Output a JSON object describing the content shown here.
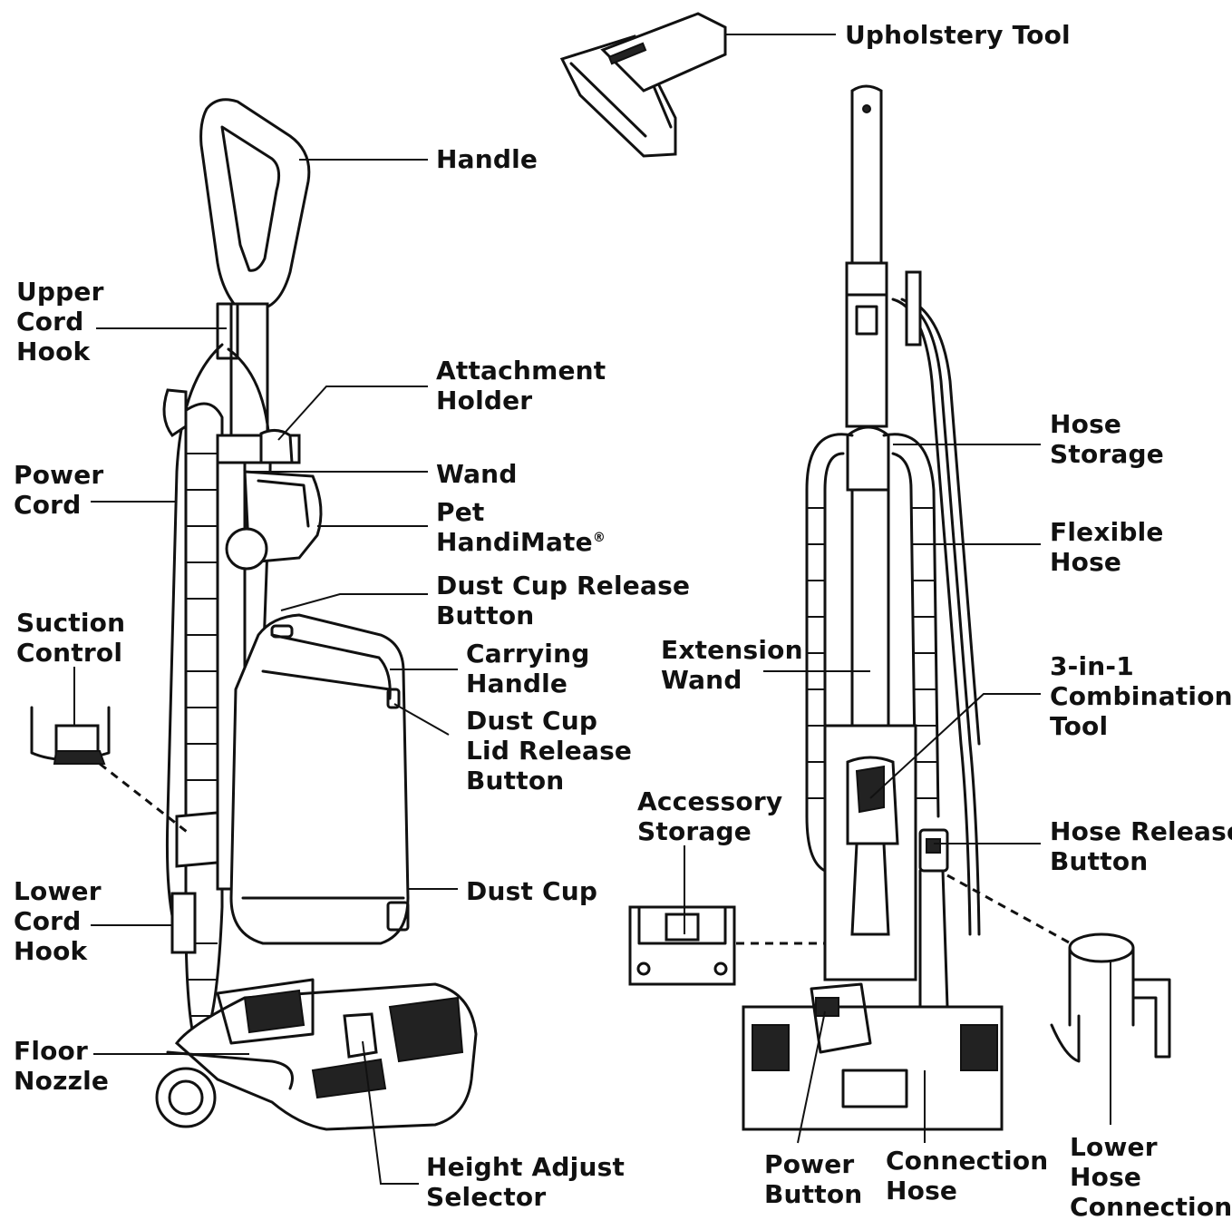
{
  "labels": {
    "upholstery_tool": [
      "Upholstery Tool"
    ],
    "handle": [
      "Handle"
    ],
    "upper_cord_hook": [
      "Upper",
      "Cord",
      "Hook"
    ],
    "attachment_holder": [
      "Attachment",
      "Holder"
    ],
    "power_cord": [
      "Power",
      "Cord"
    ],
    "wand": [
      "Wand"
    ],
    "pet_handimate": [
      "Pet",
      "HandiMate"
    ],
    "pet_handimate_mark": "®",
    "dust_cup_release_button": [
      "Dust Cup Release",
      "Button"
    ],
    "suction_control": [
      "Suction",
      "Control"
    ],
    "carrying_handle": [
      "Carrying",
      "Handle"
    ],
    "dust_cup_lid_release_button": [
      "Dust Cup",
      "Lid Release",
      "Button"
    ],
    "dust_cup": [
      "Dust Cup"
    ],
    "lower_cord_hook": [
      "Lower",
      "Cord",
      "Hook"
    ],
    "floor_nozzle": [
      "Floor",
      "Nozzle"
    ],
    "height_adjust_selector": [
      "Height Adjust",
      "Selector"
    ],
    "hose_storage": [
      "Hose",
      "Storage"
    ],
    "flexible_hose": [
      "Flexible",
      "Hose"
    ],
    "extension_wand": [
      "Extension",
      "Wand"
    ],
    "combination_tool": [
      "3-in-1",
      "Combination",
      "Tool"
    ],
    "accessory_storage": [
      "Accessory",
      "Storage"
    ],
    "hose_release_button": [
      "Hose Release",
      "Button"
    ],
    "power_button": [
      "Power",
      "Button"
    ],
    "connection_hose": [
      "Connection",
      "Hose"
    ],
    "lower_hose_connection": [
      "Lower",
      "Hose",
      "Connection"
    ]
  }
}
